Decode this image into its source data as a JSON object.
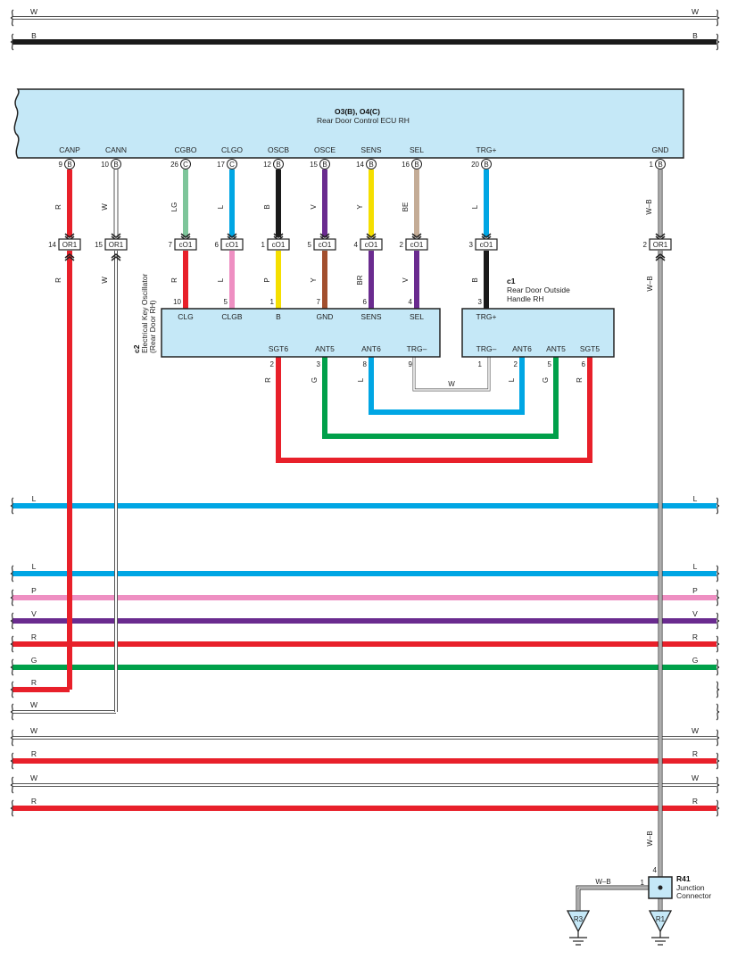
{
  "colors": {
    "R": "#e8202a",
    "W": "#ffffff",
    "B": "#1a1a1a",
    "L": "#00a6e4",
    "LG": "#7ec59a",
    "P": "#ee8fc2",
    "V": "#6a2b8f",
    "Y": "#f5df00",
    "BE": "#c4ac96",
    "BR": "#a24f2e",
    "G": "#00a04a",
    "box": "#c5e8f7"
  },
  "ecu": {
    "title": "O3(B), O4(C)",
    "subtitle": "Rear Door Control ECU RH",
    "pins": [
      {
        "name": "CANP",
        "num": "9",
        "conn": "B",
        "wire": "R"
      },
      {
        "name": "CANN",
        "num": "10",
        "conn": "B",
        "wire": "W"
      },
      {
        "name": "CGBO",
        "num": "26",
        "conn": "C",
        "wire": "LG"
      },
      {
        "name": "CLGO",
        "num": "17",
        "conn": "C",
        "wire": "L"
      },
      {
        "name": "OSCB",
        "num": "12",
        "conn": "B",
        "wire": "B"
      },
      {
        "name": "OSCE",
        "num": "15",
        "conn": "B",
        "wire": "V"
      },
      {
        "name": "SENS",
        "num": "14",
        "conn": "B",
        "wire": "Y"
      },
      {
        "name": "SEL",
        "num": "16",
        "conn": "B",
        "wire": "BE"
      },
      {
        "name": "TRG+",
        "num": "20",
        "conn": "B",
        "wire": "L"
      },
      {
        "name": "GND",
        "num": "1",
        "conn": "B",
        "wire": "W–B"
      }
    ]
  },
  "connectors": [
    {
      "num": "14",
      "label": "OR1"
    },
    {
      "num": "15",
      "label": "OR1"
    },
    {
      "num": "7",
      "label": "cO1"
    },
    {
      "num": "6",
      "label": "cO1"
    },
    {
      "num": "1",
      "label": "cO1"
    },
    {
      "num": "5",
      "label": "cO1"
    },
    {
      "num": "4",
      "label": "cO1"
    },
    {
      "num": "2",
      "label": "cO1"
    },
    {
      "num": "3",
      "label": "cO1"
    },
    {
      "num": "2",
      "label": "OR1"
    }
  ],
  "lower_wires": [
    "R",
    "W",
    "R",
    "L",
    "P",
    "Y",
    "BR",
    "V",
    "V",
    "B",
    "W–B"
  ],
  "osc": {
    "code": "c2",
    "name": "Electrical Key Oscillator",
    "sub": "(Rear Door RH)",
    "top_pins": [
      {
        "name": "CLG",
        "num": "10"
      },
      {
        "name": "CLGB",
        "num": "5"
      },
      {
        "name": "B",
        "num": "1"
      },
      {
        "name": "GND",
        "num": "7"
      },
      {
        "name": "SENS",
        "num": "6"
      },
      {
        "name": "SEL",
        "num": "4"
      }
    ],
    "bottom_pins": [
      {
        "name": "SGT6",
        "num": "2",
        "wire": "R"
      },
      {
        "name": "ANT5",
        "num": "3",
        "wire": "G"
      },
      {
        "name": "ANT6",
        "num": "8",
        "wire": "L"
      },
      {
        "name": "TRG–",
        "num": "9"
      }
    ]
  },
  "handle": {
    "code": "c1",
    "name1": "Rear Door Outside",
    "name2": "Handle RH",
    "top_pin": {
      "name": "TRG+",
      "num": "3"
    },
    "bottom_pins": [
      {
        "name": "TRG–",
        "num": "1"
      },
      {
        "name": "ANT6",
        "num": "2",
        "wire": "L"
      },
      {
        "name": "ANT5",
        "num": "5",
        "wire": "G"
      },
      {
        "name": "SGT5",
        "num": "6",
        "wire": "R"
      }
    ]
  },
  "link_wire": "W",
  "top_buses": [
    {
      "left": "W",
      "right": "W"
    },
    {
      "left": "B",
      "right": "B"
    }
  ],
  "bus_lines": [
    {
      "left": "L",
      "right": "L"
    },
    {
      "left": "L",
      "right": "L"
    },
    {
      "left": "P",
      "right": "P"
    },
    {
      "left": "V",
      "right": "V"
    },
    {
      "left": "R",
      "right": "R"
    },
    {
      "left": "G",
      "right": "G"
    },
    {
      "left": "R",
      "right": ""
    },
    {
      "left": "W",
      "right": ""
    },
    {
      "left": "W",
      "right": "W"
    },
    {
      "left": "R",
      "right": "R"
    },
    {
      "left": "W",
      "right": "W"
    },
    {
      "left": "R",
      "right": "R"
    }
  ],
  "junction": {
    "code": "R41",
    "name1": "Junction",
    "name2": "Connector",
    "pin_top": "4",
    "pin_left": "1",
    "wire_v": "W–B",
    "wire_h": "W–B"
  },
  "grounds": [
    "R3",
    "R1"
  ]
}
